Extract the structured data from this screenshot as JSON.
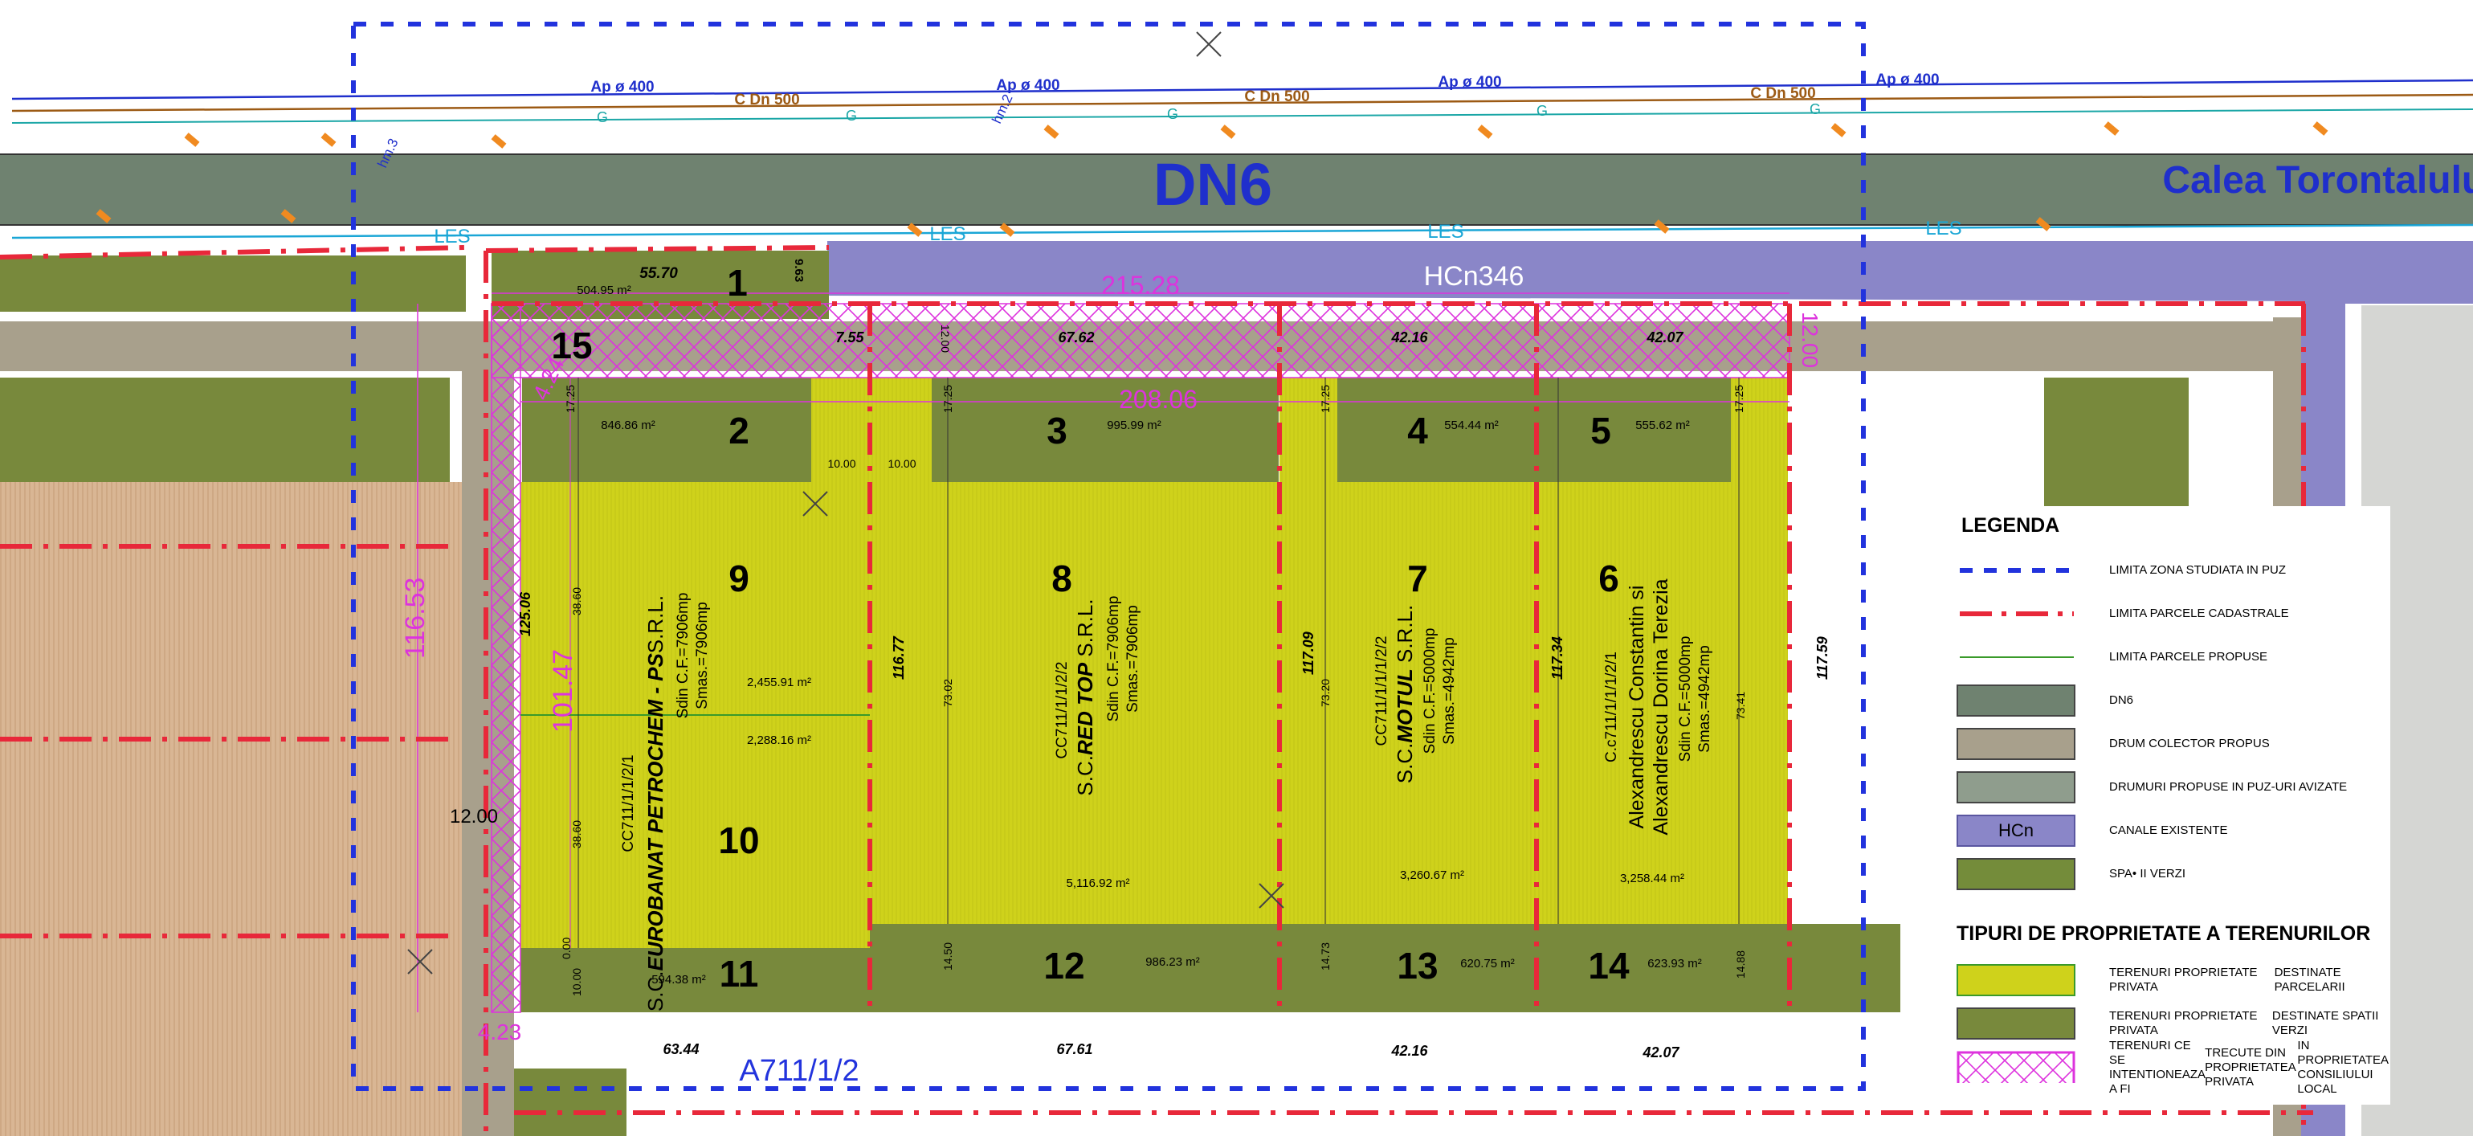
{
  "road_labels": {
    "dn6": "DN6",
    "calea": "Calea Torontalului",
    "hcn346": "HCn346",
    "a711": "A711/1/2"
  },
  "utility_labels": {
    "ap400": "Ap ø 400",
    "cdn500": "C Dn 500",
    "g": "G",
    "les": "LES",
    "hm2": "hm.2",
    "hm3": "hm.3"
  },
  "lot_numbers": [
    "1",
    "2",
    "3",
    "4",
    "5",
    "6",
    "7",
    "8",
    "9",
    "10",
    "11",
    "12",
    "13",
    "14",
    "15"
  ],
  "areas": {
    "a1": "504.95 m²",
    "a2": "846.86 m²",
    "a3": "995.99 m²",
    "a4": "554.44 m²",
    "a5": "555.62 m²",
    "a9": "2,455.91 m²",
    "a10": "2,288.16 m²",
    "a8": "5,116.92 m²",
    "a7": "3,260.67 m²",
    "a6": "3,258.44 m²",
    "a11": "594.38 m²",
    "a12": "986.23 m²",
    "a13": "620.75 m²",
    "a14": "623.93 m²"
  },
  "dimensions": {
    "d5570": "55.70",
    "d963": "9.63",
    "d755": "7.55",
    "d1200a": "12.00",
    "d6762": "67.62",
    "d4216a": "42.16",
    "d4207a": "42.07",
    "d1200b": "12.00",
    "d21528": "215.28",
    "d20806": "208.06",
    "d424": "4.24",
    "d1725a": "17.25",
    "d1725b": "17.25",
    "d1725c": "17.25",
    "d1725d": "17.25",
    "d1000a": "10.00",
    "d1000b": "10.00",
    "d11653": "116.53",
    "d10147": "101.47",
    "d12506": "125.06",
    "d3860a": "38.60",
    "d3860b": "38.60",
    "d11677": "116.77",
    "d7302": "73.02",
    "d11709": "117.09",
    "d7320": "73.20",
    "d11734": "117.34",
    "d7341": "73.41",
    "d11759": "117.59",
    "d1200c": "12.00",
    "d000": "0.00",
    "d1000c": "10.00",
    "d1450": "14.50",
    "d1473": "14.73",
    "d1488": "14.88",
    "d423": "4.23",
    "d6344": "63.44",
    "d6761": "67.61",
    "d4216b": "42.16",
    "d4207b": "42.07"
  },
  "owners": {
    "p9": {
      "cc": "CC711/1/1/2/1",
      "name_prefix": "S.C.",
      "name_em": "EUROBANAT PETROCHEM - PS",
      "name_suffix": "S.R.L.",
      "sdin": "Sdin C.F.=7906mp",
      "smas": "Smas.=7906mp"
    },
    "p8": {
      "cc": "CC711/1/1/2/2",
      "name_prefix": "S.C.",
      "name_em": "RED TOP",
      "name_suffix": " S.R.L.",
      "sdin": "Sdin C.F.=7906mp",
      "smas": "Smas.=7906mp"
    },
    "p7": {
      "cc": "CC711/1/1/1/2/2",
      "name_prefix": "S.C.",
      "name_em": "MOTUL",
      "name_suffix": " S.R.L.",
      "sdin": "Sdin C.F.=5000mp",
      "smas": "Smas.=4942mp"
    },
    "p6": {
      "cc": "C.c711/1/1/1/2/1",
      "line1": "Alexandrescu Constantin si",
      "line2": "Alexandrescu Dorina Terezia",
      "sdin": "Sdin C.F.=5000mp",
      "smas": "Smas.=4942mp"
    }
  },
  "legend": {
    "title": "LEGENDA",
    "subtitle": "TIPURI DE PROPRIETATE A TERENURILOR",
    "items": [
      {
        "label": "LIMITA ZONA STUDIATA IN PUZ",
        "color": "#2233dd"
      },
      {
        "label": "LIMITA PARCELE CADASTRALE",
        "color": "#e8283a"
      },
      {
        "label": "LIMITA PARCELE PROPUSE",
        "color": "#3a9a2a"
      },
      {
        "label": "DN6",
        "color": "#6f8270"
      },
      {
        "label": "DRUM COLECTOR PROPUS",
        "color": "#a8a08c"
      },
      {
        "label": "DRUMURI PROPUSE IN PUZ-URI AVIZATE",
        "color": "#8f9d8d"
      },
      {
        "label": "CANALE EXISTENTE",
        "color": "#8a86c8",
        "symbol_text": "HCn"
      },
      {
        "label": "SPA• II VERZI",
        "color": "#748c3a"
      }
    ],
    "ownership": [
      {
        "line1": "TERENURI PROPRIETATE PRIVATA",
        "line2": "DESTINATE PARCELARII",
        "color": "#cfd21b"
      },
      {
        "line1": "TERENURI PROPRIETATE PRIVATA",
        "line2": "DESTINATE SPATII VERZI",
        "color": "#78893c"
      },
      {
        "line1": "TERENURI CE SE INTENTIONEAZA A FI",
        "line2": "TRECUTE DIN PROPRIETATEA PRIVATA",
        "line3": "IN PROPRIETATEA CONSILIULUI LOCAL",
        "color": "#dd33dd"
      }
    ]
  },
  "colors": {
    "road": "#6f8270",
    "collector": "#a8a08c",
    "lateral_road": "#8f9d8d",
    "canal": "#8a86c8",
    "green": "#78893c",
    "yellow": "#cfd21b",
    "farmland": "#d9b694",
    "cadastral": "#e8283a",
    "study_limit": "#2233dd",
    "magenta": "#dd33dd"
  }
}
